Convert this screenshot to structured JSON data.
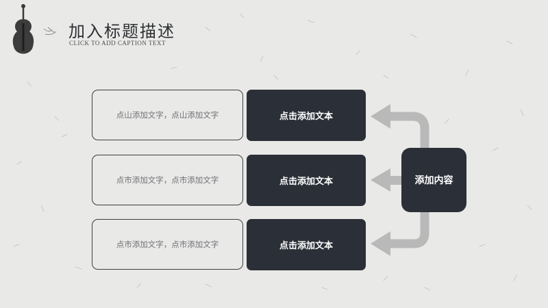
{
  "header": {
    "title": "加入标题描述",
    "subtitle": "CLICK TO ADD CAPTION TEXT"
  },
  "rows": [
    {
      "placeholder": "点山添加文字，点山添加文字",
      "label": "点击添加文本"
    },
    {
      "placeholder": "点市添加文字，点市添加文字",
      "label": "点击添加文本"
    },
    {
      "placeholder": "点市添加文字，点市添加文字",
      "label": "点击添加文本"
    }
  ],
  "hub": {
    "label": "添加内容"
  },
  "colors": {
    "background": "#e9e9e7",
    "dark_box": "#2b2f37",
    "connector": "#b9b9b9",
    "outline": "#3a3d43"
  }
}
